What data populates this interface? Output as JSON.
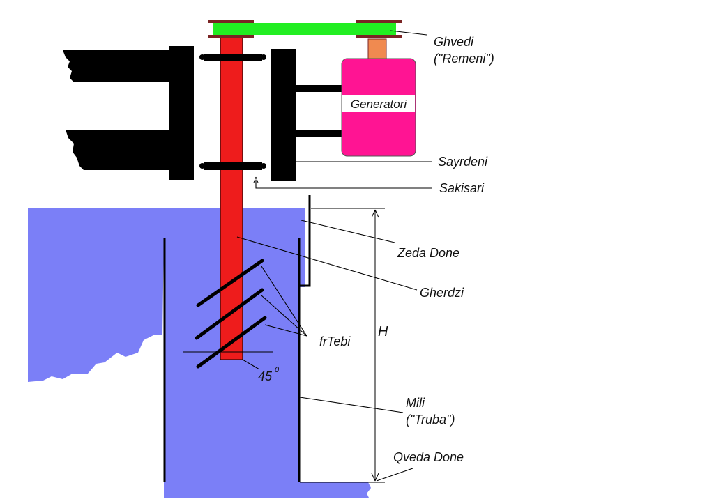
{
  "colors": {
    "water": "#7b7ff7",
    "shaft": "#ee1c1c",
    "belt": "#22ee22",
    "generator": "#ff1493",
    "coupling": "#f08a50",
    "pulley": "#7a2424",
    "frame": "#000000"
  },
  "labels": {
    "belt_line1": "Ghvedi",
    "belt_line2": "(\"Remeni\")",
    "generator": "Generatori",
    "bearing": "Sayrdeni",
    "bolt": "Sakisari",
    "upper_level": "Zeda Done",
    "axle": "Gherdzi",
    "blades": "frTebi",
    "height": "H",
    "angle": "45",
    "angle_unit": "0",
    "pipe_line1": "Mili",
    "pipe_line2": "(\"Truba\")",
    "lower_level": "Qveda Done"
  }
}
